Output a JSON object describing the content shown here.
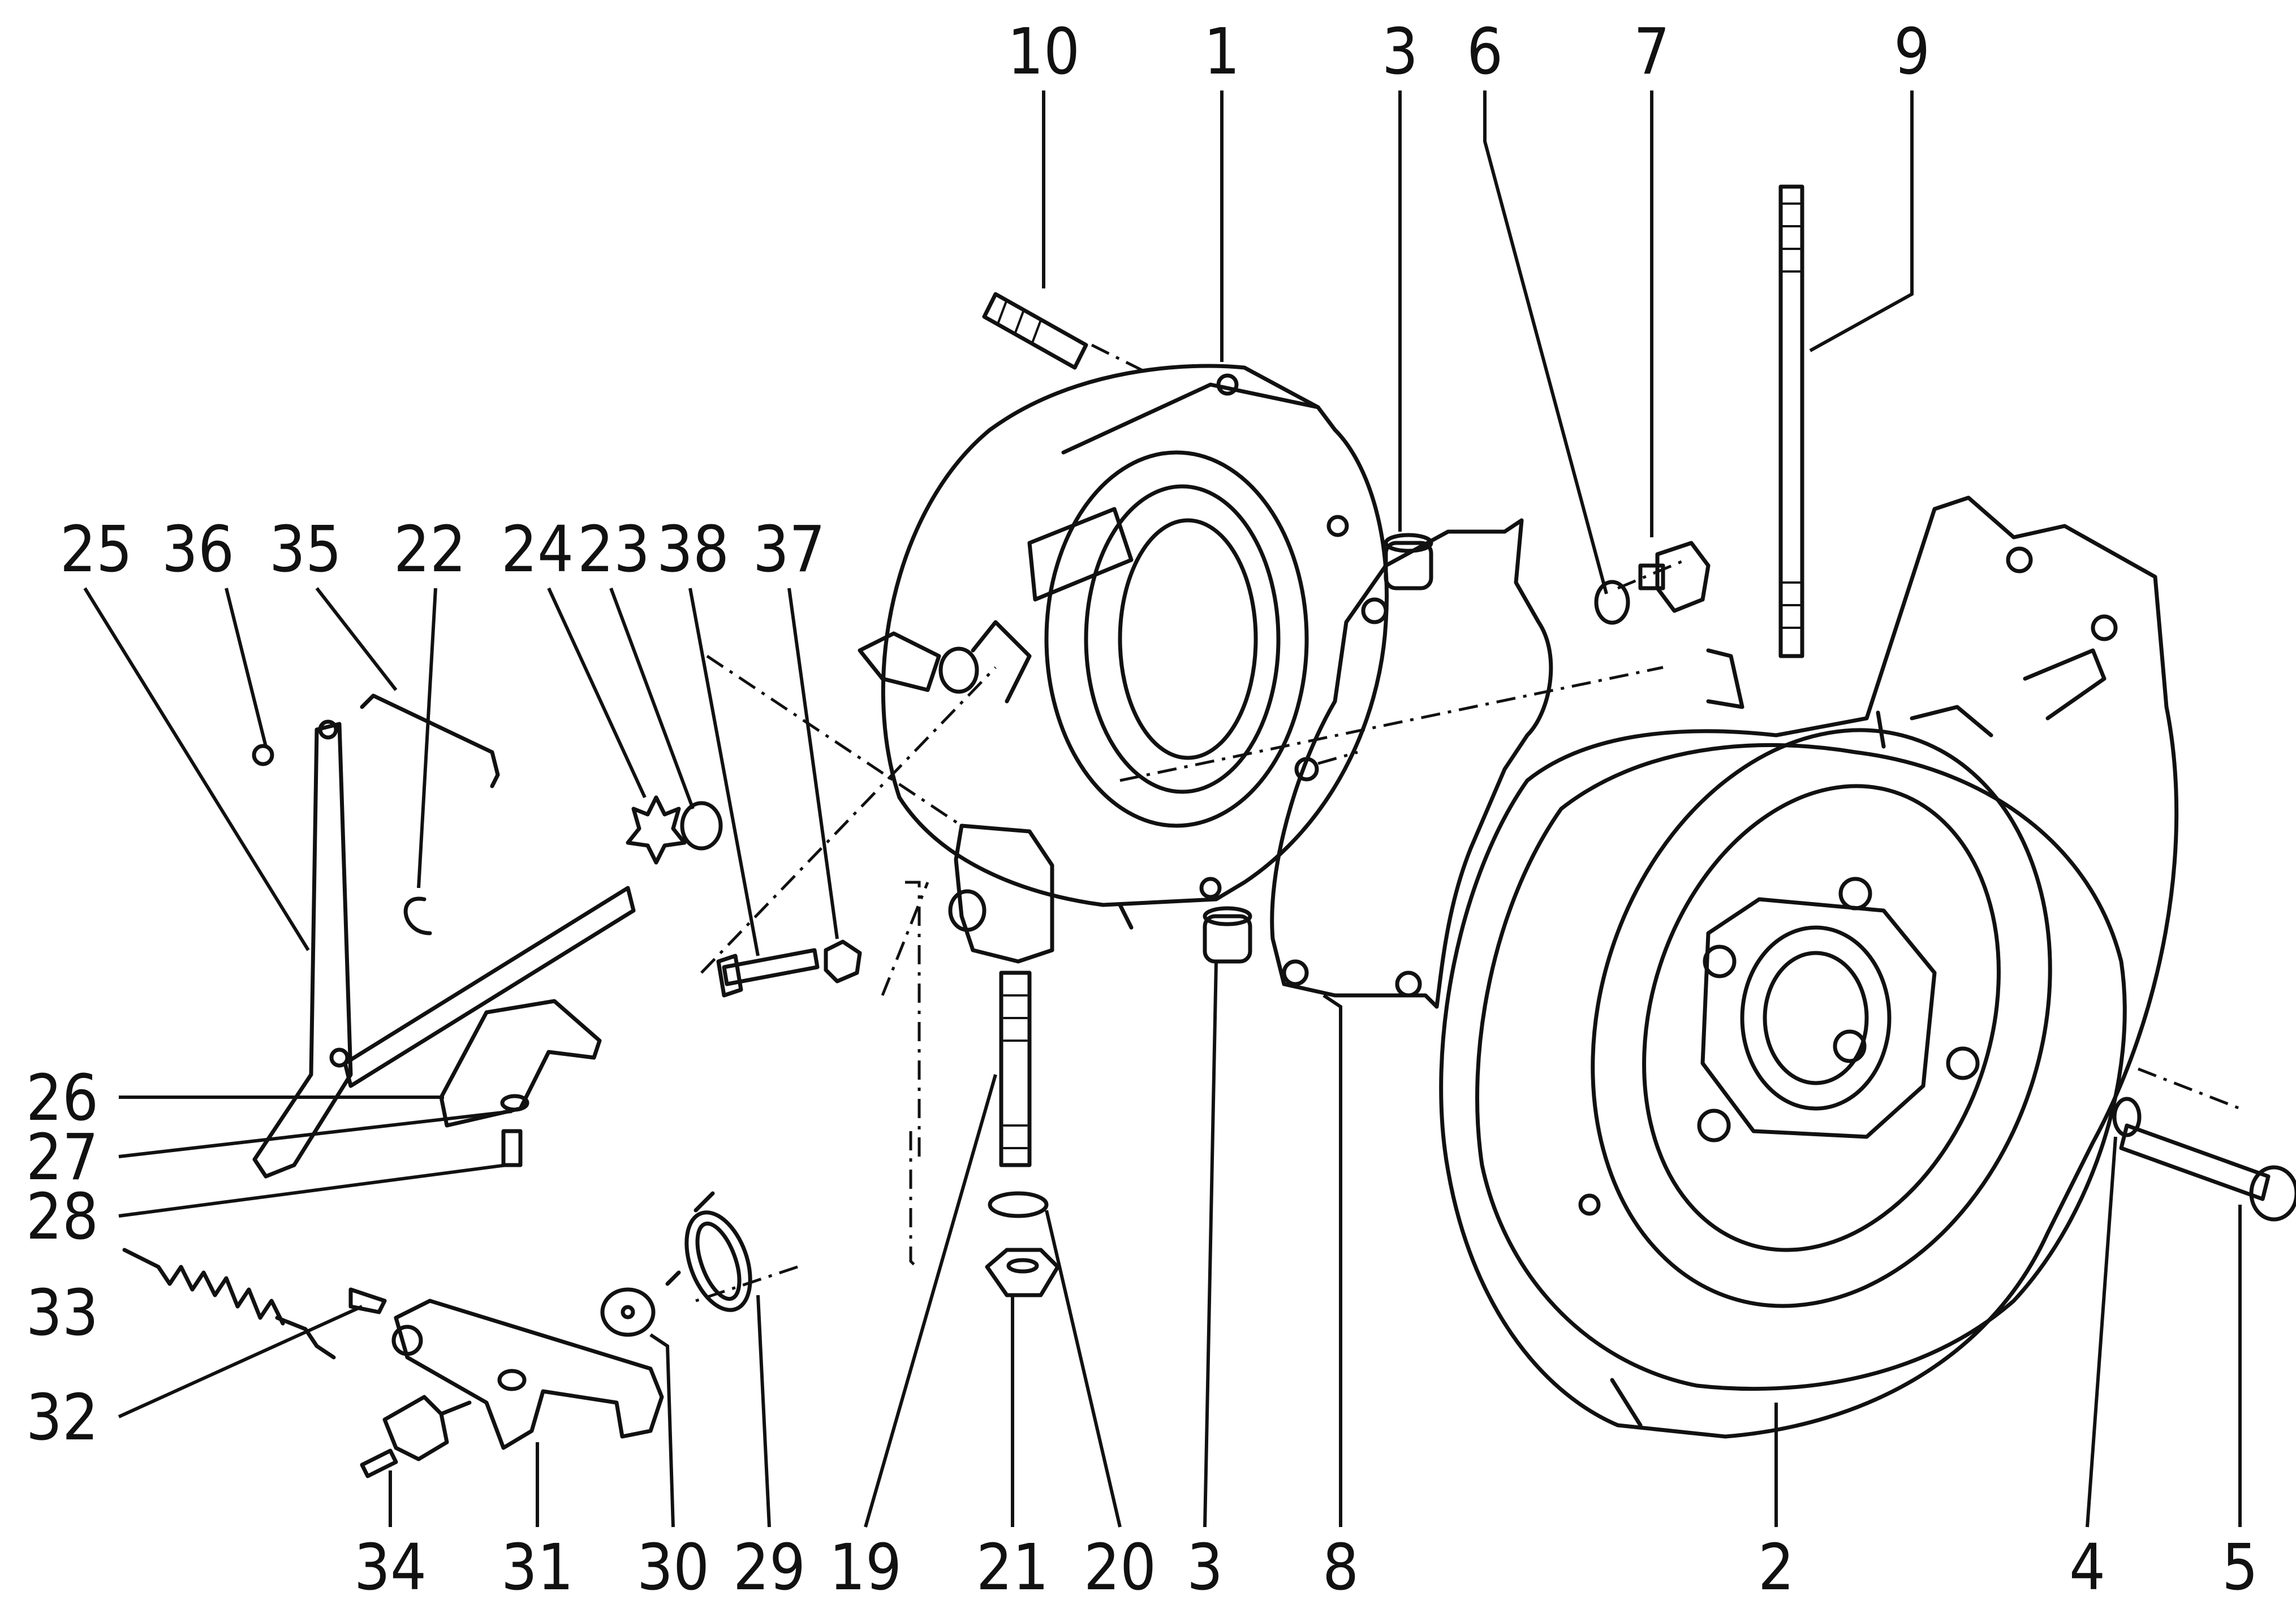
{
  "diagram": {
    "callouts": [
      {
        "id": "c10",
        "label": "10"
      },
      {
        "id": "c1",
        "label": "1"
      },
      {
        "id": "c3t",
        "label": "3"
      },
      {
        "id": "c6",
        "label": "6"
      },
      {
        "id": "c7",
        "label": "7"
      },
      {
        "id": "c9",
        "label": "9"
      },
      {
        "id": "c25",
        "label": "25"
      },
      {
        "id": "c36",
        "label": "36"
      },
      {
        "id": "c35",
        "label": "35"
      },
      {
        "id": "c22",
        "label": "22"
      },
      {
        "id": "c24",
        "label": "24"
      },
      {
        "id": "c23",
        "label": "23"
      },
      {
        "id": "c38",
        "label": "38"
      },
      {
        "id": "c37",
        "label": "37"
      },
      {
        "id": "c26",
        "label": "26"
      },
      {
        "id": "c27",
        "label": "27"
      },
      {
        "id": "c28",
        "label": "28"
      },
      {
        "id": "c33",
        "label": "33"
      },
      {
        "id": "c32",
        "label": "32"
      },
      {
        "id": "c34",
        "label": "34"
      },
      {
        "id": "c31",
        "label": "31"
      },
      {
        "id": "c30",
        "label": "30"
      },
      {
        "id": "c29",
        "label": "29"
      },
      {
        "id": "c19",
        "label": "19"
      },
      {
        "id": "c21",
        "label": "21"
      },
      {
        "id": "c20",
        "label": "20"
      },
      {
        "id": "c3b",
        "label": "3"
      },
      {
        "id": "c8",
        "label": "8"
      },
      {
        "id": "c2",
        "label": "2"
      },
      {
        "id": "c4",
        "label": "4"
      },
      {
        "id": "c5",
        "label": "5"
      }
    ]
  }
}
